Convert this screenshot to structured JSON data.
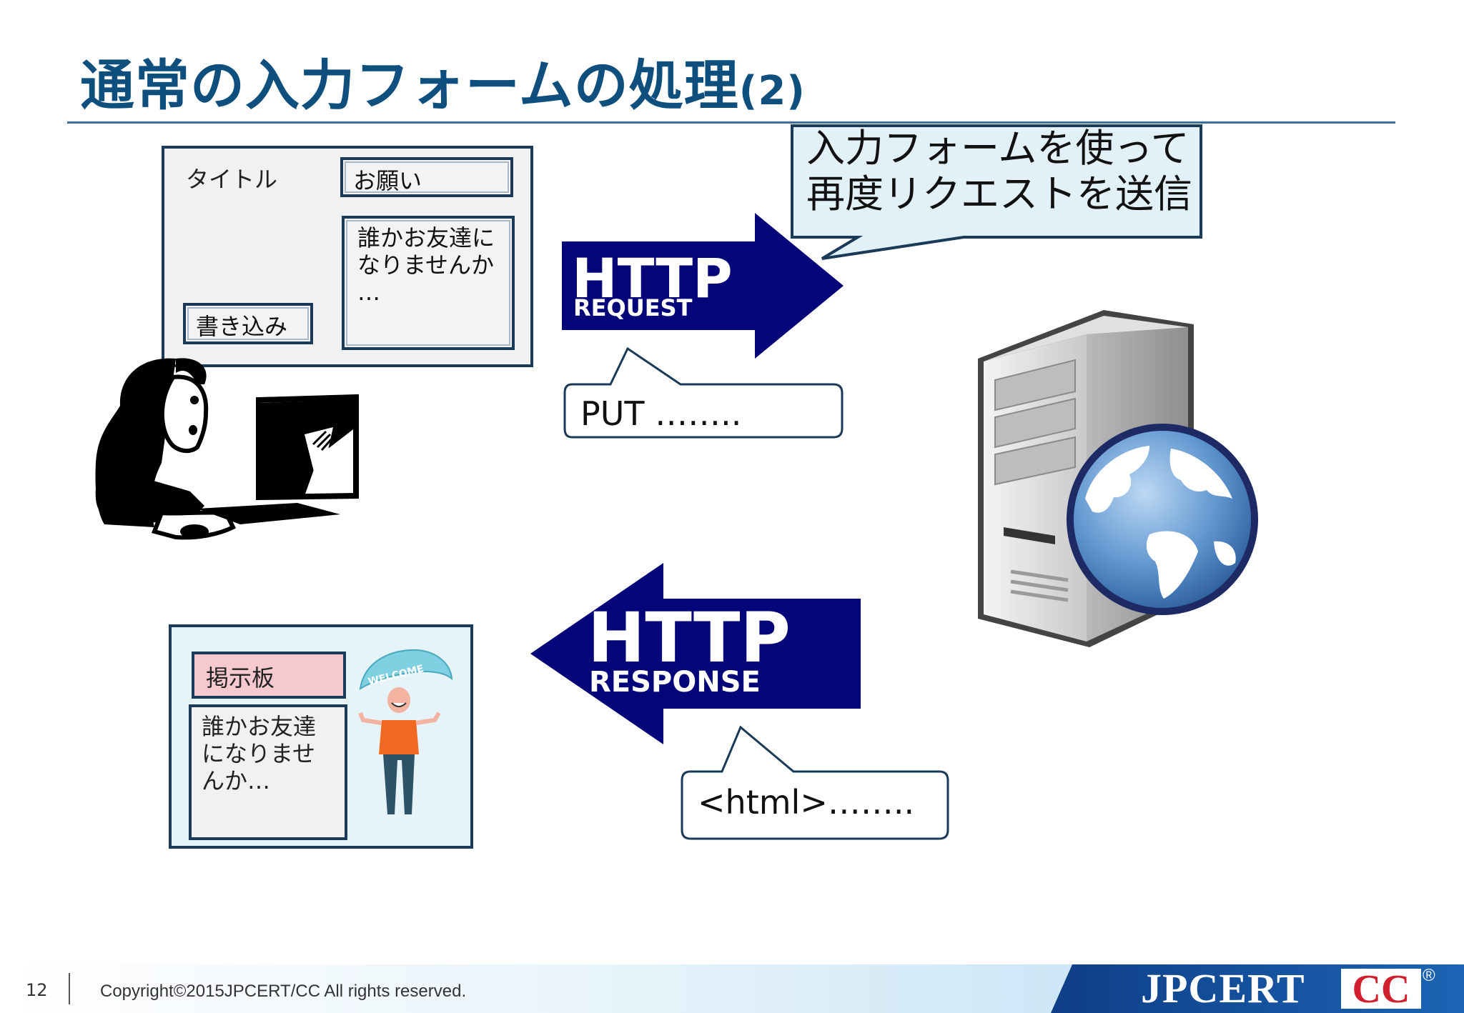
{
  "title": {
    "main": "通常の入力フォームの処理",
    "suffix": "(2)"
  },
  "input_form": {
    "label": "タイトル",
    "title_value": "お願い",
    "body_lines": [
      "誰かお友達に",
      "なりませんか",
      "…"
    ],
    "submit_label": "書き込み"
  },
  "request": {
    "arrow_big": "HTTP",
    "arrow_small": "REQUEST",
    "callout_lines": [
      "入力フォームを使って",
      "再度リクエストを送信"
    ],
    "payload": "PUT ……..",
    "colors": {
      "arrow": "#05057a",
      "callout_bg": "#e2f1f8",
      "callout_border": "#1b3a57"
    }
  },
  "response": {
    "arrow_big": "HTTP",
    "arrow_small": "RESPONSE",
    "payload": "<html>……..",
    "board_title": "掲示板",
    "board_body_lines": [
      "誰かお友達",
      "になりませ",
      "んか…"
    ],
    "welcome_sign": "WELCOME"
  },
  "icons": [
    "user-at-computer-icon",
    "server-icon",
    "globe-icon",
    "welcome-person-icon"
  ],
  "footer": {
    "page_number": "12",
    "copyright": "Copyright©2015JPCERT/CC All rights reserved.",
    "logo_main": "JPCERT",
    "logo_cc": "CC",
    "logo_reg": "®"
  }
}
